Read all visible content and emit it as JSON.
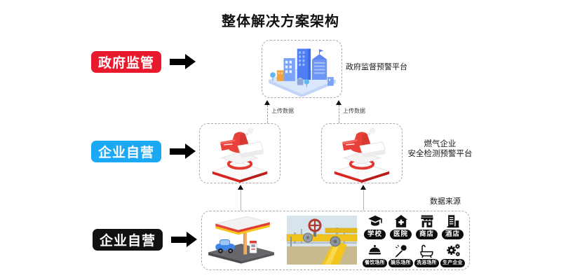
{
  "title": "整体解决方案架构",
  "colors": {
    "gov_red": "#e8192c",
    "enterprise_blue": "#1ba9f5",
    "enterprise_black": "#111111",
    "arrow_black": "#000000",
    "dashed_border_gray": "#a9a9a9"
  },
  "left_labels": {
    "gov": "政府监管",
    "enterprise_mid": "企业自营",
    "enterprise_bottom": "企业自营"
  },
  "top_platform": {
    "label": "政府监督预警平台",
    "illustration": "city-buildings-illustration"
  },
  "mid_platform": {
    "label_line1": "燃气企业",
    "label_line2": "安全检测预警平台",
    "illustration": "gas-factory-illustration"
  },
  "connectors": {
    "upload_label": "上传数据"
  },
  "bottom": {
    "title": "数据来源",
    "illustrations": [
      "gas-station-illustration",
      "pipeline-photo"
    ],
    "sources": [
      {
        "label": "学校",
        "icon": "graduation-cap-icon"
      },
      {
        "label": "医院",
        "icon": "hospital-icon"
      },
      {
        "label": "商店",
        "icon": "storefront-icon"
      },
      {
        "label": "酒店",
        "icon": "hotel-building-icon"
      },
      {
        "label": "餐饮场所",
        "icon": "food-cloche-icon"
      },
      {
        "label": "娱乐场所",
        "icon": "microphone-icon"
      },
      {
        "label": "洗浴场所",
        "icon": "bathtub-icon"
      },
      {
        "label": "生产企业",
        "icon": "gears-icon"
      }
    ]
  }
}
